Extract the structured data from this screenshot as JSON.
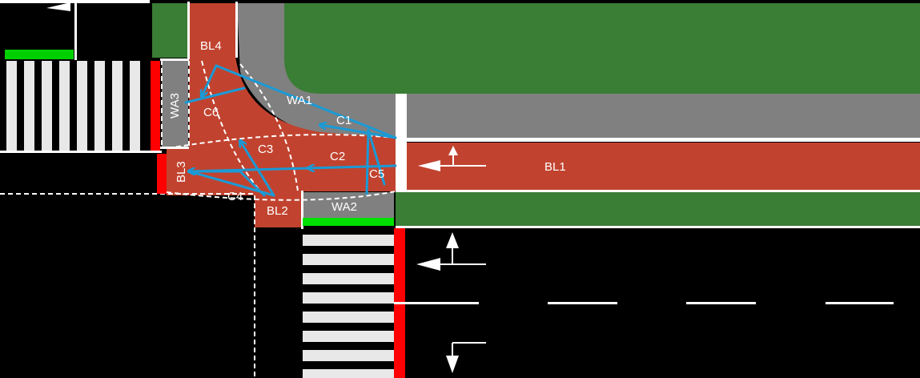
{
  "labels": {
    "bl1": "BL1",
    "bl2": "BL2",
    "bl3": "BL3",
    "bl4": "BL4",
    "wa1": "WA1",
    "wa2": "WA2",
    "wa3": "WA3",
    "c1": "C1",
    "c2": "C2",
    "c3": "C3",
    "c4": "C4",
    "c5": "C5",
    "c6": "C6"
  },
  "colors": {
    "road": "#000000",
    "bike_lane": "#c1432f",
    "sidewalk": "#808080",
    "grass": "#3a7d35",
    "conflict_path": "#1a9ad6",
    "stop_signal": "#ff0000",
    "go_signal": "#00d000",
    "marking": "#ffffff"
  }
}
